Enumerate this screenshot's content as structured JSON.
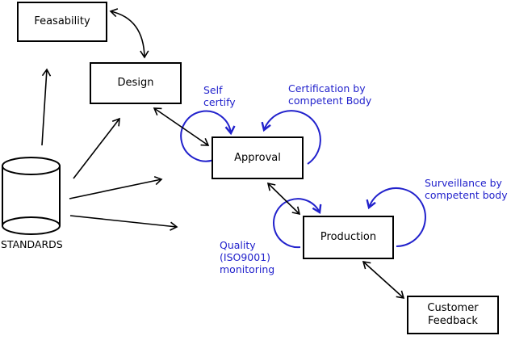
{
  "diagram": {
    "boxes": {
      "feasability": {
        "label": "Feasability"
      },
      "design": {
        "label": "Design"
      },
      "approval": {
        "label": "Approval"
      },
      "production": {
        "label": "Production"
      },
      "customer_feedback": {
        "line1": "Customer",
        "line2": "Feedback"
      }
    },
    "datastore": {
      "label": "STANDARDS",
      "shape": "cylinder"
    },
    "annotations": {
      "self_certify": {
        "line1": "Self",
        "line2": "certify"
      },
      "certification": {
        "line1": "Certification by",
        "line2": "competent Body"
      },
      "surveillance": {
        "line1": "Surveillance by",
        "line2": "competent body"
      },
      "quality": {
        "line1": "Quality",
        "line2": "(ISO9001)",
        "line3": "monitoring"
      }
    },
    "edges": [
      {
        "from": "STANDARDS",
        "to": "Feasability",
        "arrows": "one-way"
      },
      {
        "from": "STANDARDS",
        "to": "Design",
        "arrows": "one-way"
      },
      {
        "from": "STANDARDS",
        "to": "Approval",
        "arrows": "one-way"
      },
      {
        "from": "STANDARDS",
        "to": "Production",
        "arrows": "one-way"
      },
      {
        "from": "Feasability",
        "to": "Design",
        "arrows": "two-way"
      },
      {
        "from": "Design",
        "to": "Approval",
        "arrows": "two-way"
      },
      {
        "from": "Approval",
        "to": "Production",
        "arrows": "two-way"
      },
      {
        "from": "Production",
        "to": "Customer Feedback",
        "arrows": "two-way"
      },
      {
        "loop_on": "Approval",
        "label": "Self certify"
      },
      {
        "loop_on": "Approval",
        "label": "Certification by competent Body"
      },
      {
        "loop_on": "Production",
        "label": "Quality (ISO9001) monitoring"
      },
      {
        "loop_on": "Production",
        "label": "Surveillance by competent body"
      }
    ],
    "colors": {
      "annotation_blue": "#2222cc",
      "line_black": "#000000",
      "node_fill": "#ffffff"
    }
  }
}
